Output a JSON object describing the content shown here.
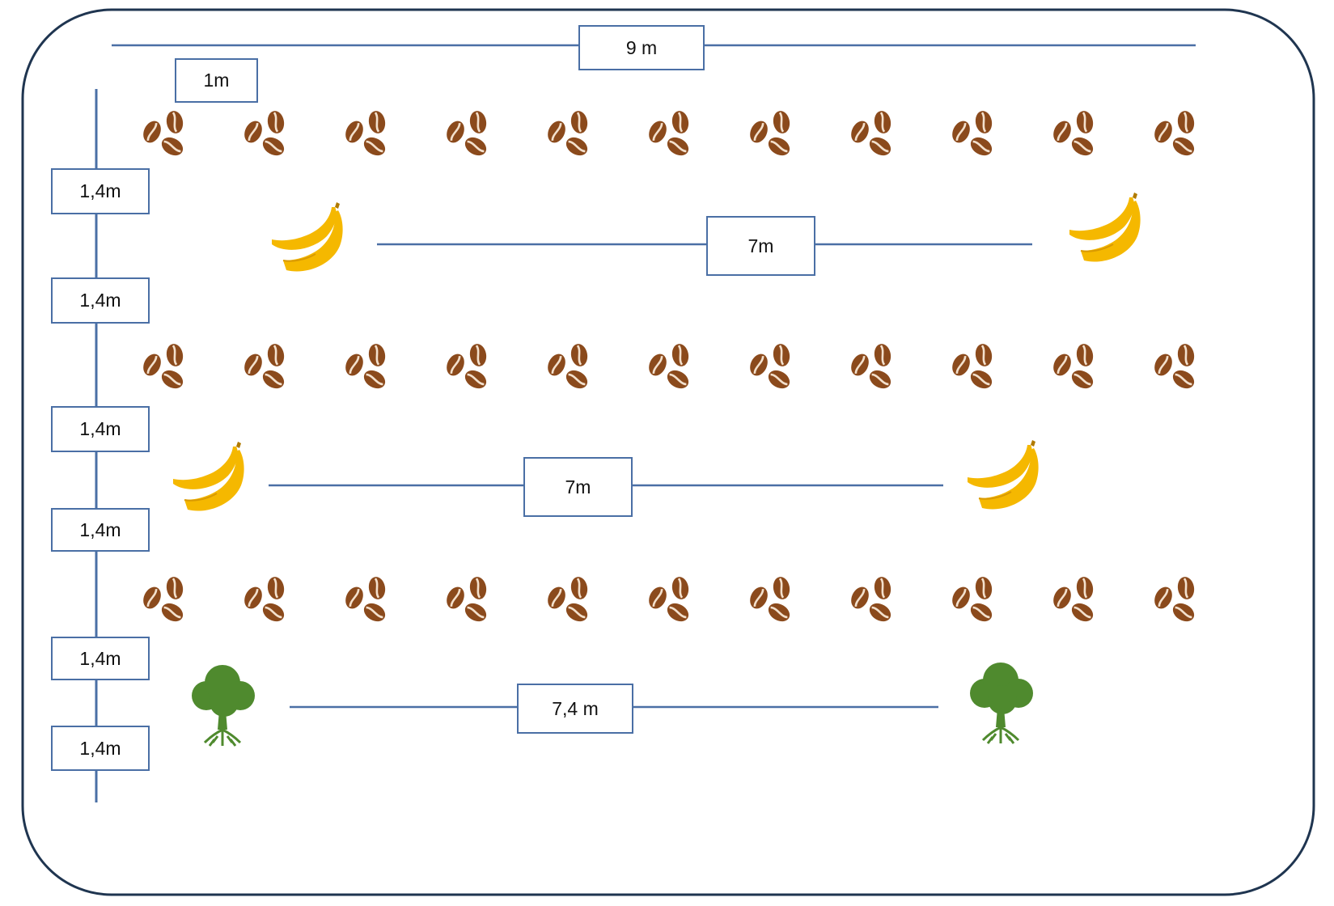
{
  "colors": {
    "frame": "#1f3550",
    "line": "#4a6fa5",
    "coffee_bean": "#8b4a1c",
    "coffee_crease": "#f3e0cc",
    "banana": "#f5b800",
    "banana_dark": "#d99a00",
    "tree": "#4f8a2e"
  },
  "labels": {
    "total_width": "9 m",
    "edge_offset": "1m",
    "row_spacing": [
      "1,4m",
      "1,4m",
      "1,4m",
      "1,4m",
      "1,4m",
      "1,4m"
    ],
    "banana_spacing_1": "7m",
    "banana_spacing_2": "7m",
    "tree_spacing": "7,4 m"
  },
  "plants": {
    "coffee_rows": 3,
    "coffee_per_row": 11,
    "coffee_icon": "coffee-beans-icon",
    "banana_icon": "banana-icon",
    "tree_icon": "tree-icon"
  }
}
